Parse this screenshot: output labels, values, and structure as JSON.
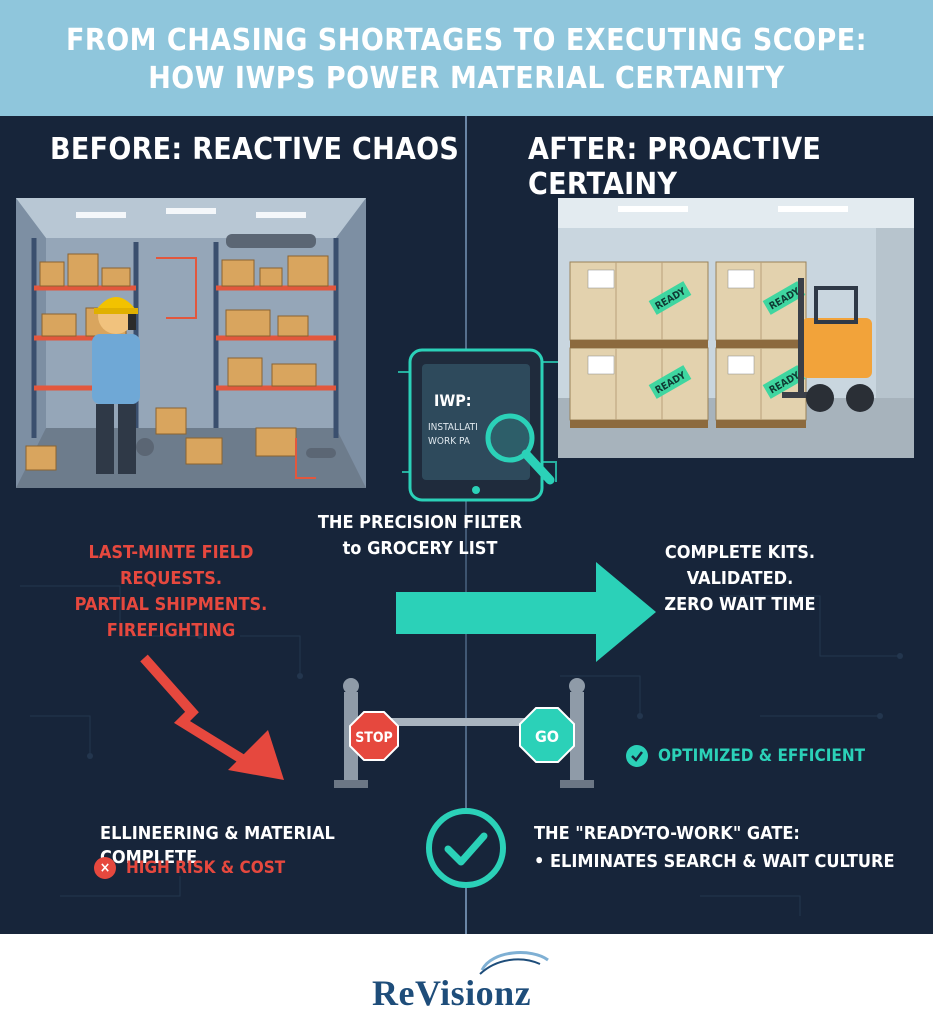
{
  "header": {
    "title_line1": "FROM CHASING SHORTAGES TO EXECUTING SCOPE:",
    "title_line2": "HOW IWPS POWER MATERIAL CERTANITY"
  },
  "before": {
    "title": "BEFORE: REACTIVE CHAOS",
    "issues_line1": "LAST-MINTE FIELD REQUESTS.",
    "issues_line2": "PARTIAL SHIPMENTS.",
    "issues_line3": "FIREFIGHTING",
    "status_line": "ELLINEERING & MATERIAL COMPLETE",
    "risk_label": "HIGH RISK & COST",
    "risk_icon": "x-circle-icon"
  },
  "after": {
    "title": "AFTER: PROACTIVE CERTAINY",
    "benefits_line1": "COMPLETE KITS.",
    "benefits_line2": "VALIDATED.",
    "benefits_line3": "ZERO WAIT TIME",
    "optimized_label": "OPTIMIZED & EFFICIENT",
    "pallet_tags": [
      "READY",
      "READY",
      "READY",
      "READY"
    ]
  },
  "center": {
    "tablet_heading": "IWP:",
    "tablet_line1": "INSTALLATI",
    "tablet_line2": "WORK PA",
    "precision_line1": "THE PRECISION FILTER",
    "precision_line2": "to GROCERY LIST"
  },
  "gate": {
    "stop_label": "STOP",
    "go_label": "GO",
    "title": "THE \"READY-TO-WORK\" GATE:",
    "bullet": "• ELIMINATES SEARCH & WAIT CULTURE"
  },
  "footer": {
    "logo_text": "ReVisionz"
  },
  "colors": {
    "header_bg": "#8fc6dc",
    "dark_bg": "#17253a",
    "accent_teal": "#2bd1b8",
    "alert_red": "#e6483e"
  }
}
